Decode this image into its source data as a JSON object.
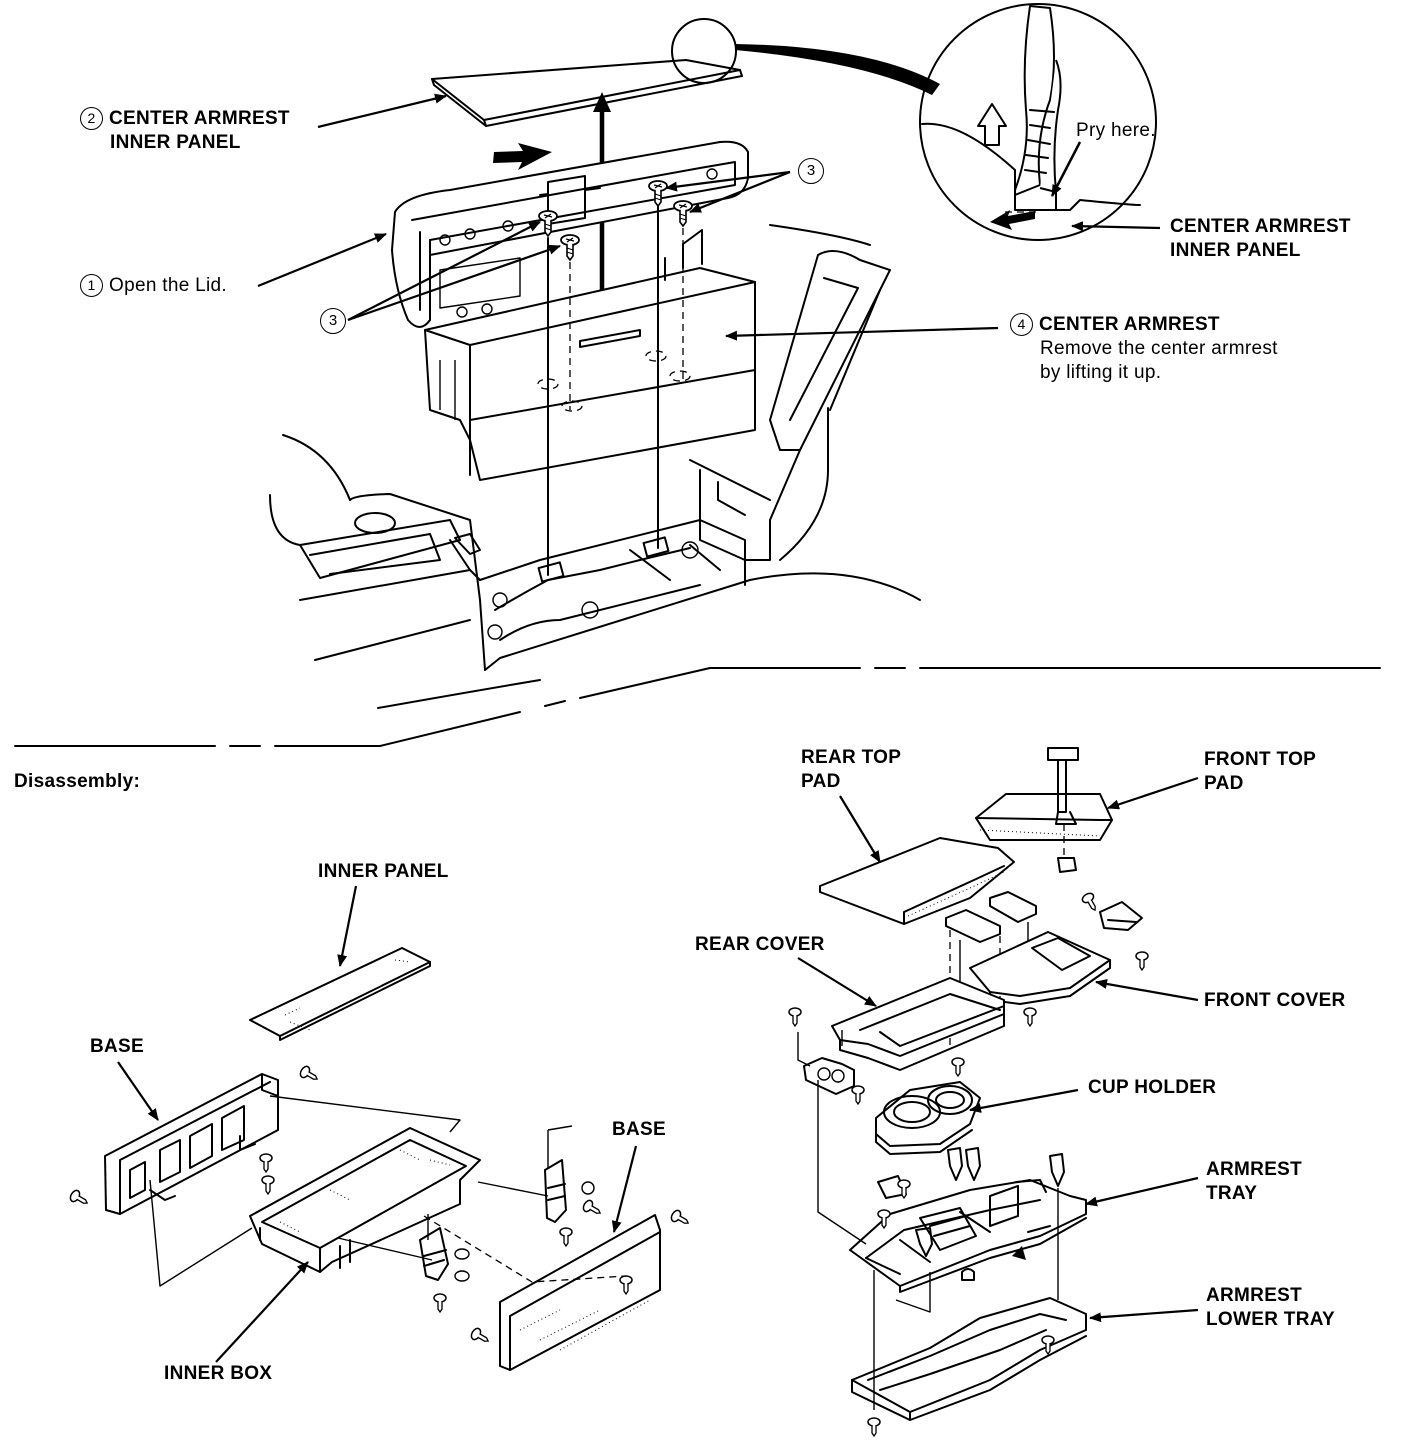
{
  "top_view": {
    "step1_number": "1",
    "step1_text": "Open the Lid.",
    "step2_number": "2",
    "step2_line1": "CENTER ARMREST",
    "step2_line2": "INNER  PANEL",
    "step3_number": "3",
    "step4_number": "4",
    "step4_title": "CENTER ARMREST",
    "step4_line1": "Remove the center armrest",
    "step4_line2": "by lifting it up."
  },
  "detail_circle": {
    "pry_text": "Pry here.",
    "label_line1": "CENTER ARMREST",
    "label_line2": "INNER PANEL"
  },
  "disassembly": {
    "heading": "Disassembly:",
    "left_parts": {
      "inner_panel": "INNER PANEL",
      "base_left": "BASE",
      "base_right": "BASE",
      "inner_box": "INNER BOX"
    },
    "right_parts": {
      "rear_top_pad_1": "REAR TOP",
      "rear_top_pad_2": "PAD",
      "front_top_pad_1": "FRONT TOP",
      "front_top_pad_2": "PAD",
      "rear_cover": "REAR COVER",
      "front_cover": "FRONT COVER",
      "cup_holder": "CUP HOLDER",
      "armrest_tray_1": "ARMREST",
      "armrest_tray_2": "TRAY",
      "lower_tray_1": "ARMREST",
      "lower_tray_2": "LOWER TRAY"
    }
  },
  "colors": {
    "ink": "#000000",
    "paper": "#ffffff"
  },
  "icons": [
    "circled-number-icon",
    "arrow-icon",
    "screw-icon"
  ]
}
